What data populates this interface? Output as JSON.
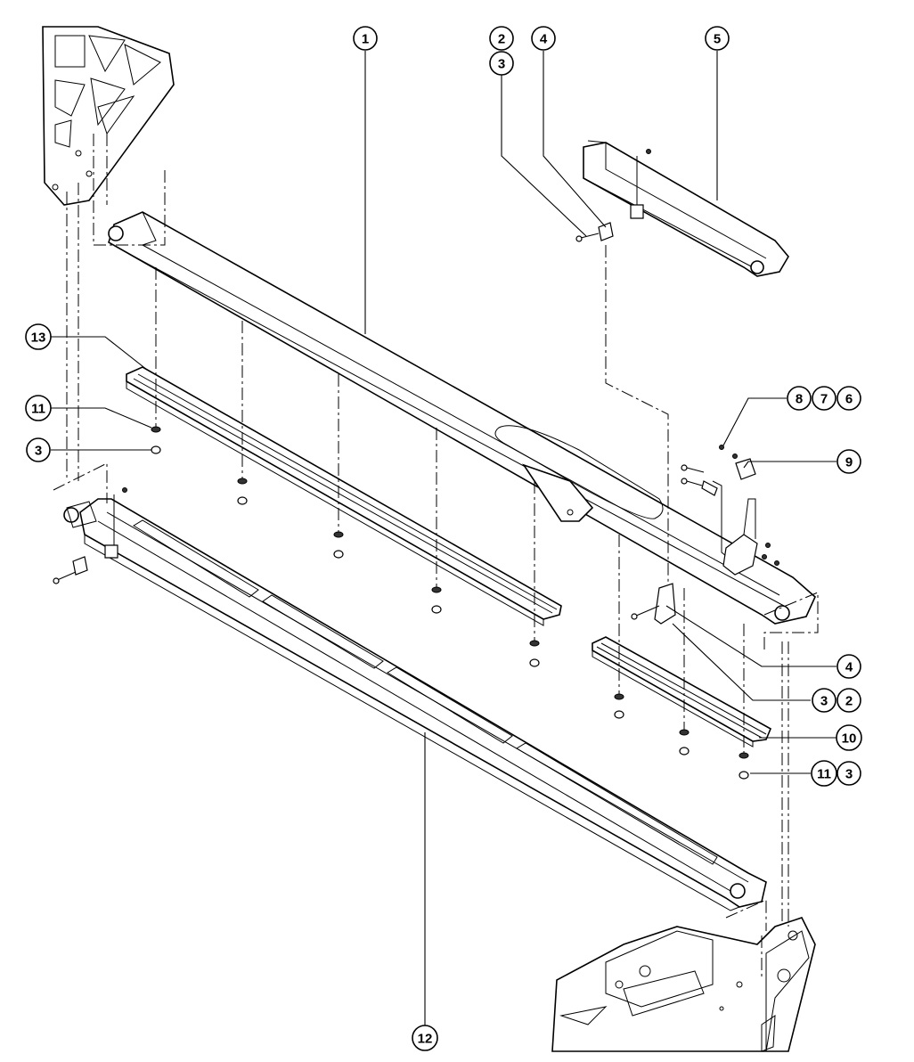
{
  "diagram": {
    "callouts": [
      {
        "id": "c1",
        "label": "1"
      },
      {
        "id": "c2a",
        "label": "2"
      },
      {
        "id": "c3a",
        "label": "3"
      },
      {
        "id": "c4a",
        "label": "4"
      },
      {
        "id": "c5",
        "label": "5"
      },
      {
        "id": "c8",
        "label": "8"
      },
      {
        "id": "c7",
        "label": "7"
      },
      {
        "id": "c6",
        "label": "6"
      },
      {
        "id": "c9",
        "label": "9"
      },
      {
        "id": "c13",
        "label": "13"
      },
      {
        "id": "c11a",
        "label": "11"
      },
      {
        "id": "c3b",
        "label": "3"
      },
      {
        "id": "c4b",
        "label": "4"
      },
      {
        "id": "c3c",
        "label": "3"
      },
      {
        "id": "c2b",
        "label": "2"
      },
      {
        "id": "c10",
        "label": "10"
      },
      {
        "id": "c11b",
        "label": "11"
      },
      {
        "id": "c3d",
        "label": "3"
      },
      {
        "id": "c12",
        "label": "12"
      }
    ]
  },
  "colors": {
    "line": "#000000",
    "background": "#ffffff"
  }
}
